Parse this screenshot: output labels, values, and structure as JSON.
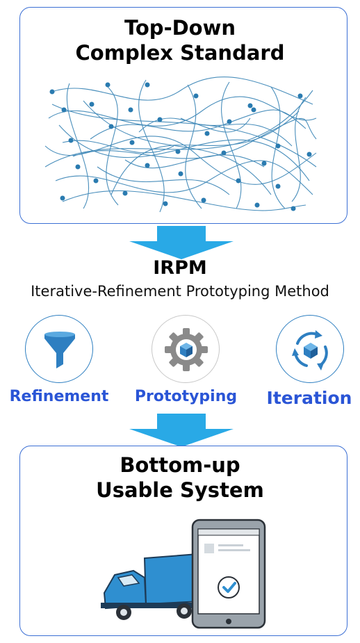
{
  "top": {
    "title_line1": "Top-Down",
    "title_line2": "Complex Standard"
  },
  "method": {
    "name": "IRPM",
    "full_name": "Iterative-Refinement Prototyping Method"
  },
  "steps": [
    {
      "label": "Refinement",
      "icon": "funnel-icon"
    },
    {
      "label": "Prototyping",
      "icon": "gear-icon"
    },
    {
      "label": "Iteration",
      "icon": "cycle-arrows-icon"
    }
  ],
  "bottom": {
    "title_line1": "Bottom-up",
    "title_line2": "Usable System"
  },
  "colors": {
    "box_border": "#3b6fd4",
    "arrow": "#29a9e6",
    "label": "#2a55d6",
    "icon_blue": "#2e7fc1",
    "network": "#2a7bb0"
  }
}
